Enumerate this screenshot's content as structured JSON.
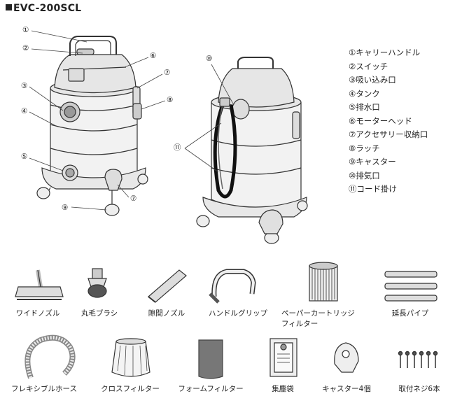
{
  "model": "EVC-200SCL",
  "callouts": [
    "①",
    "②",
    "③",
    "④",
    "⑤",
    "⑥",
    "⑦",
    "⑧",
    "⑨",
    "⑩",
    "⑪"
  ],
  "parts": [
    {
      "num": "①",
      "label": "キャリーハンドル"
    },
    {
      "num": "②",
      "label": "スイッチ"
    },
    {
      "num": "③",
      "label": "吸い込み口"
    },
    {
      "num": "④",
      "label": "タンク"
    },
    {
      "num": "⑤",
      "label": "排水口"
    },
    {
      "num": "⑥",
      "label": "モーターヘッド"
    },
    {
      "num": "⑦",
      "label": "アクセサリー収納口"
    },
    {
      "num": "⑧",
      "label": "ラッチ"
    },
    {
      "num": "⑨",
      "label": "キャスター"
    },
    {
      "num": "⑩",
      "label": "排気口"
    },
    {
      "num": "⑪",
      "label": "コード掛け"
    }
  ],
  "accessories_row1": [
    "ワイドノズル",
    "丸毛ブラシ",
    "隙間ノズル",
    "ハンドルグリップ",
    "ペーパーカートリッジ",
    "フィルター",
    "延長パイプ"
  ],
  "accessories_row2": [
    "フレキシブルホース",
    "クロスフィルター",
    "フォームフィルター",
    "集塵袋",
    "キャスター4個",
    "取付ネジ6本"
  ]
}
